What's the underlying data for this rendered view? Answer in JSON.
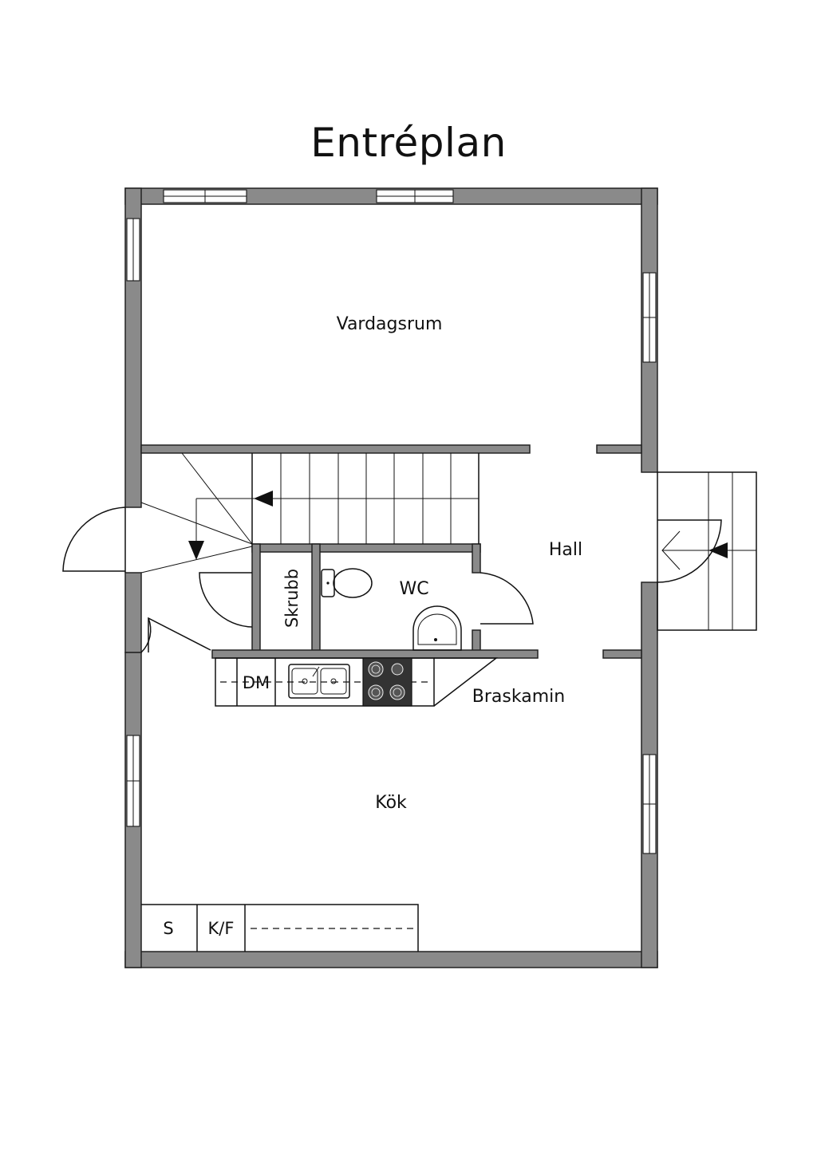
{
  "title": "Entréplan",
  "rooms": {
    "living_room": "Vardagsrum",
    "hall": "Hall",
    "wc": "WC",
    "closet": "Skrubb",
    "kitchen": "Kök",
    "stove": "Braskamin"
  },
  "appliances": {
    "dishwasher": "DM",
    "wardrobe": "S",
    "fridge_freezer": "K/F"
  },
  "colors": {
    "wall": "#8a8a8a",
    "line": "#111111",
    "hob": "#333333"
  }
}
